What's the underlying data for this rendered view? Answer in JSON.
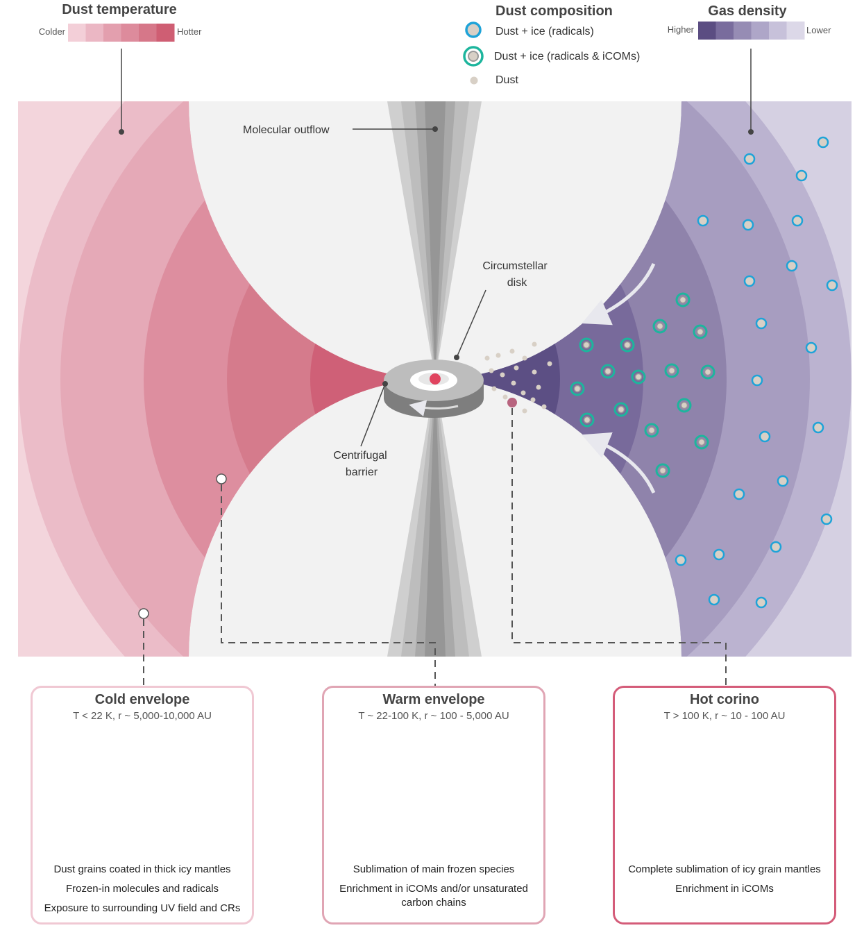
{
  "legend": {
    "dust_temperature": {
      "title": "Dust temperature",
      "low": "Colder",
      "high": "Hotter",
      "colors": [
        "#f3cfd8",
        "#ebb7c4",
        "#e39fae",
        "#dd8b9c",
        "#d67789",
        "#cf5e73"
      ]
    },
    "dust_composition": {
      "title": "Dust composition",
      "items": [
        {
          "label": "Dust + ice (radicals)",
          "icon": "blue-ring-icon"
        },
        {
          "label": "Dust + ice (radicals & iCOMs)",
          "icon": "teal-double-ring-icon"
        },
        {
          "label": "Dust",
          "icon": "dust-dot-icon"
        }
      ]
    },
    "gas_density": {
      "title": "Gas density",
      "high": "Higher",
      "low": "Lower",
      "colors": [
        "#5b4d82",
        "#796c9d",
        "#968cb4",
        "#aea6c8",
        "#c7c1da",
        "#dcd8e8"
      ]
    }
  },
  "labels": {
    "outflow": "Molecular outflow",
    "disk_line1": "Circumstellar",
    "disk_line2": "disk",
    "barrier_line1": "Centrifugal",
    "barrier_line2": "barrier"
  },
  "colors": {
    "ring_blue": "#1ea3d8",
    "ring_teal": "#1db59d",
    "dust": "#d8d0c6",
    "star": "#e0445f",
    "background": "#f2f2f2"
  },
  "panels": [
    {
      "title": "Cold envelope",
      "conditions": "T < 22 K, r ~ 5,000-10,000 AU",
      "notes": [
        "Dust grains coated in thick icy mantles",
        "Frozen-in molecules and radicals",
        "Exposure to surrounding UV field and CRs"
      ],
      "border_color": "#f0c8d3"
    },
    {
      "title": "Warm envelope",
      "conditions": "T ~ 22-100 K, r ~ 100 - 5,000 AU",
      "notes": [
        "Sublimation of main frozen species",
        "Enrichment in iCOMs and/or unsaturated carbon chains"
      ],
      "border_color": "#e0a5b4"
    },
    {
      "title": "Hot corino",
      "conditions": "T > 100 K, r ~ 10 - 100 AU",
      "notes": [
        "Complete sublimation of icy grain mantles",
        "Enrichment in iCOMs"
      ],
      "border_color": "#d45c79"
    }
  ]
}
